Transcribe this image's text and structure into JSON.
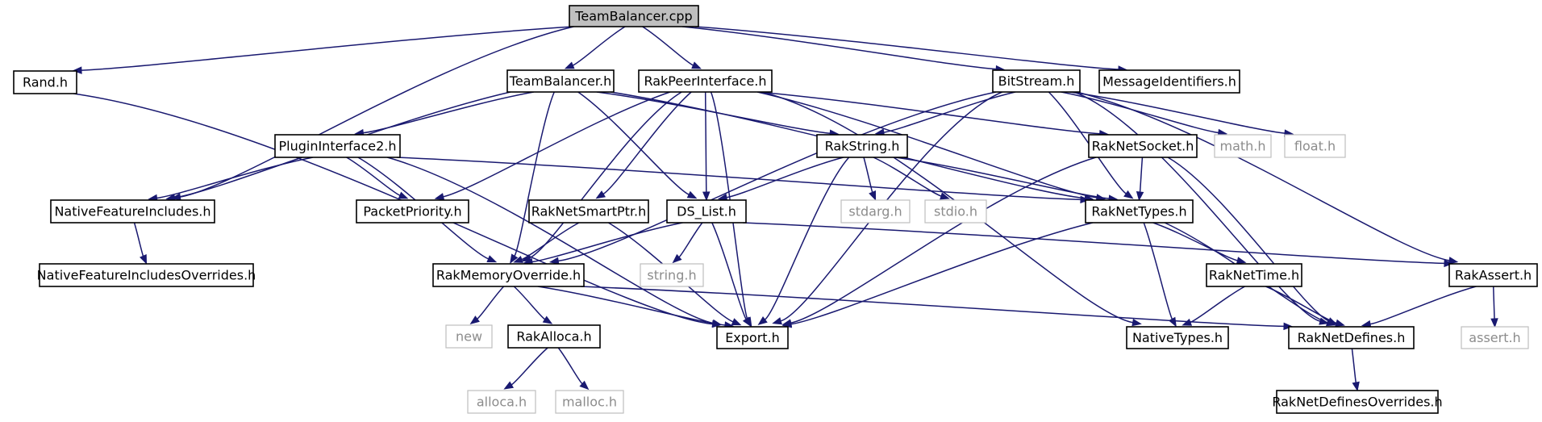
{
  "diagram": {
    "nodes": [
      {
        "id": "TeamBalancer_cpp",
        "label": "TeamBalancer.cpp",
        "kind": "root"
      },
      {
        "id": "Rand_h",
        "label": "Rand.h"
      },
      {
        "id": "TeamBalancer_h",
        "label": "TeamBalancer.h"
      },
      {
        "id": "RakPeerInterface_h",
        "label": "RakPeerInterface.h"
      },
      {
        "id": "BitStream_h",
        "label": "BitStream.h"
      },
      {
        "id": "MessageIdentifiers_h",
        "label": "MessageIdentifiers.h"
      },
      {
        "id": "PluginInterface2_h",
        "label": "PluginInterface2.h"
      },
      {
        "id": "RakString_h",
        "label": "RakString.h"
      },
      {
        "id": "RakNetSocket_h",
        "label": "RakNetSocket.h"
      },
      {
        "id": "math_h",
        "label": "math.h",
        "kind": "ext"
      },
      {
        "id": "float_h",
        "label": "float.h",
        "kind": "ext"
      },
      {
        "id": "NativeFeatureIncludes_h",
        "label": "NativeFeatureIncludes.h"
      },
      {
        "id": "PacketPriority_h",
        "label": "PacketPriority.h"
      },
      {
        "id": "RakNetSmartPtr_h",
        "label": "RakNetSmartPtr.h"
      },
      {
        "id": "DS_List_h",
        "label": "DS_List.h"
      },
      {
        "id": "stdarg_h",
        "label": "stdarg.h",
        "kind": "ext"
      },
      {
        "id": "stdio_h",
        "label": "stdio.h",
        "kind": "ext"
      },
      {
        "id": "RakNetTypes_h",
        "label": "RakNetTypes.h"
      },
      {
        "id": "NativeFeatureIncludesOverrides_h",
        "label": "NativeFeatureIncludesOverrides.h"
      },
      {
        "id": "RakMemoryOverride_h",
        "label": "RakMemoryOverride.h"
      },
      {
        "id": "string_h",
        "label": "string.h",
        "kind": "ext"
      },
      {
        "id": "RakNetTime_h",
        "label": "RakNetTime.h"
      },
      {
        "id": "RakAssert_h",
        "label": "RakAssert.h"
      },
      {
        "id": "new",
        "label": "new",
        "kind": "ext"
      },
      {
        "id": "RakAlloca_h",
        "label": "RakAlloca.h"
      },
      {
        "id": "Export_h",
        "label": "Export.h"
      },
      {
        "id": "NativeTypes_h",
        "label": "NativeTypes.h"
      },
      {
        "id": "RakNetDefines_h",
        "label": "RakNetDefines.h"
      },
      {
        "id": "assert_h",
        "label": "assert.h",
        "kind": "ext"
      },
      {
        "id": "alloca_h",
        "label": "alloca.h",
        "kind": "ext"
      },
      {
        "id": "malloc_h",
        "label": "malloc.h",
        "kind": "ext"
      },
      {
        "id": "RakNetDefinesOverrides_h",
        "label": "RakNetDefinesOverrides.h"
      }
    ],
    "edges": [
      [
        "TeamBalancer_cpp",
        "Rand_h"
      ],
      [
        "TeamBalancer_cpp",
        "NativeFeatureIncludes_h"
      ],
      [
        "TeamBalancer_cpp",
        "TeamBalancer_h"
      ],
      [
        "TeamBalancer_cpp",
        "RakPeerInterface_h"
      ],
      [
        "TeamBalancer_cpp",
        "BitStream_h"
      ],
      [
        "TeamBalancer_cpp",
        "MessageIdentifiers_h"
      ],
      [
        "Rand_h",
        "Export_h"
      ],
      [
        "TeamBalancer_h",
        "NativeFeatureIncludes_h"
      ],
      [
        "TeamBalancer_h",
        "PluginInterface2_h"
      ],
      [
        "TeamBalancer_h",
        "RakMemoryOverride_h"
      ],
      [
        "TeamBalancer_h",
        "RakNetTypes_h"
      ],
      [
        "TeamBalancer_h",
        "DS_List_h"
      ],
      [
        "TeamBalancer_h",
        "RakString_h"
      ],
      [
        "RakPeerInterface_h",
        "PacketPriority_h"
      ],
      [
        "RakPeerInterface_h",
        "RakMemoryOverride_h"
      ],
      [
        "RakPeerInterface_h",
        "RakNetSmartPtr_h"
      ],
      [
        "RakPeerInterface_h",
        "DS_List_h"
      ],
      [
        "RakPeerInterface_h",
        "Export_h"
      ],
      [
        "RakPeerInterface_h",
        "NativeTypes_h"
      ],
      [
        "RakPeerInterface_h",
        "RakNetSocket_h"
      ],
      [
        "RakPeerInterface_h",
        "RakNetTypes_h"
      ],
      [
        "BitStream_h",
        "RakMemoryOverride_h"
      ],
      [
        "BitStream_h",
        "RakString_h"
      ],
      [
        "BitStream_h",
        "RakNetTypes_h"
      ],
      [
        "BitStream_h",
        "Export_h"
      ],
      [
        "BitStream_h",
        "math_h"
      ],
      [
        "BitStream_h",
        "float_h"
      ],
      [
        "BitStream_h",
        "RakNetDefines_h"
      ],
      [
        "BitStream_h",
        "RakAssert_h"
      ],
      [
        "PluginInterface2_h",
        "NativeFeatureIncludes_h"
      ],
      [
        "PluginInterface2_h",
        "PacketPriority_h"
      ],
      [
        "PluginInterface2_h",
        "RakMemoryOverride_h"
      ],
      [
        "PluginInterface2_h",
        "RakNetTypes_h"
      ],
      [
        "PluginInterface2_h",
        "Export_h"
      ],
      [
        "RakString_h",
        "DS_List_h"
      ],
      [
        "RakString_h",
        "stdarg_h"
      ],
      [
        "RakString_h",
        "stdio_h"
      ],
      [
        "RakString_h",
        "RakNetTypes_h"
      ],
      [
        "RakString_h",
        "Export_h"
      ],
      [
        "RakNetSocket_h",
        "RakNetTypes_h"
      ],
      [
        "RakNetSocket_h",
        "Export_h"
      ],
      [
        "RakNetSocket_h",
        "RakNetDefines_h"
      ],
      [
        "NativeFeatureIncludes_h",
        "NativeFeatureIncludesOverrides_h"
      ],
      [
        "RakNetSmartPtr_h",
        "RakMemoryOverride_h"
      ],
      [
        "RakNetSmartPtr_h",
        "Export_h"
      ],
      [
        "DS_List_h",
        "RakMemoryOverride_h"
      ],
      [
        "DS_List_h",
        "string_h"
      ],
      [
        "DS_List_h",
        "Export_h"
      ],
      [
        "DS_List_h",
        "RakAssert_h"
      ],
      [
        "RakNetTypes_h",
        "RakNetTime_h"
      ],
      [
        "RakNetTypes_h",
        "NativeTypes_h"
      ],
      [
        "RakNetTypes_h",
        "Export_h"
      ],
      [
        "RakNetTypes_h",
        "RakNetDefines_h"
      ],
      [
        "RakMemoryOverride_h",
        "new"
      ],
      [
        "RakMemoryOverride_h",
        "RakAlloca_h"
      ],
      [
        "RakMemoryOverride_h",
        "Export_h"
      ],
      [
        "RakMemoryOverride_h",
        "RakNetDefines_h"
      ],
      [
        "RakNetTime_h",
        "NativeTypes_h"
      ],
      [
        "RakNetTime_h",
        "RakNetDefines_h"
      ],
      [
        "RakAssert_h",
        "RakNetDefines_h"
      ],
      [
        "RakAssert_h",
        "assert_h"
      ],
      [
        "RakAlloca_h",
        "alloca_h"
      ],
      [
        "RakAlloca_h",
        "malloc_h"
      ],
      [
        "RakNetDefines_h",
        "RakNetDefinesOverrides_h"
      ]
    ]
  }
}
